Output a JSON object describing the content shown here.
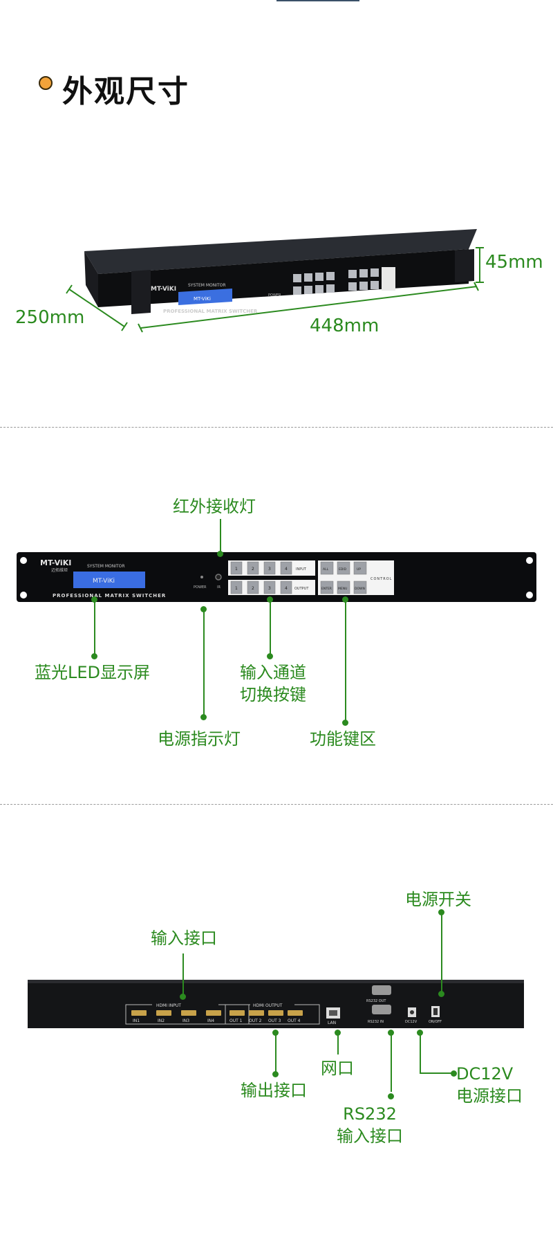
{
  "header": {
    "title": "外观尺寸"
  },
  "dimensions": {
    "height": "45mm",
    "depth": "250mm",
    "width": "448mm"
  },
  "device": {
    "brand": "MT-ViKI",
    "brand_sub": "迈拓维矩",
    "system_monitor": "SYSTEM MONITOR",
    "lcd_text": "MT-ViKi",
    "model_text": "PROFESSIONAL MATRIX SWITCHER",
    "power": "POWER",
    "ir": "IR",
    "input_label": "INPUT",
    "output_label": "OUTPUT",
    "control_label": "CONTROL",
    "buttons": [
      "1",
      "2",
      "3",
      "4"
    ],
    "func_top": [
      "ALL",
      "EDID",
      "UP"
    ],
    "func_bottom": [
      "ENTER",
      "MENU",
      "DOWN"
    ]
  },
  "front_labels": {
    "ir_receiver": "红外接收灯",
    "lcd": "蓝光LED显示屏",
    "input_switch_1": "输入通道",
    "input_switch_2": "切换按键",
    "power_led": "电源指示灯",
    "function_keys": "功能键区"
  },
  "rear_panel": {
    "hdmi_input": "HDMI INPUT",
    "hdmi_output": "HDMI OUTPUT",
    "inputs": [
      "IN1",
      "IN2",
      "IN3",
      "IN4"
    ],
    "outputs": [
      "OUT 1",
      "OUT 2",
      "OUT 3",
      "OUT 4"
    ],
    "lan": "LAN",
    "rs232_out": "RS232 OUT",
    "rs232_in": "RS232 IN",
    "dc12v": "DC12V",
    "onoff": "ON/OFF"
  },
  "rear_labels": {
    "power_switch": "电源开关",
    "input_ports": "输入接口",
    "output_ports": "输出接口",
    "network": "网口",
    "rs232_1": "RS232",
    "rs232_2": "输入接口",
    "dc_1": "DC12V",
    "dc_2": "电源接口"
  }
}
